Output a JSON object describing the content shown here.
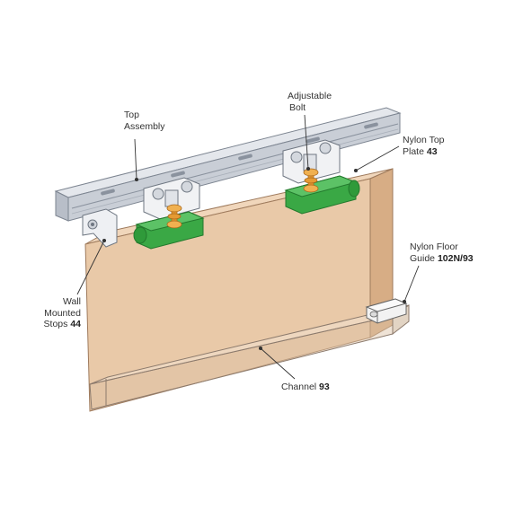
{
  "labels": {
    "top_assembly": {
      "line1": "Top",
      "line2": "Assembly"
    },
    "adjustable_bolt": {
      "line1": "Adjustable",
      "line2": "Bolt"
    },
    "nylon_top_plate": {
      "line1": "Nylon Top",
      "line2": "Plate",
      "code": "43"
    },
    "nylon_floor_guide": {
      "line1": "Nylon Floor",
      "line2": "Guide",
      "code": "102N/93"
    },
    "wall_mounted_stops": {
      "line1": "Wall",
      "line2": "Mounted",
      "line3": "Stops",
      "code": "44"
    },
    "channel": {
      "line1": "Channel",
      "code": "93"
    }
  },
  "colors": {
    "door_face": "#e9c9a8",
    "door_side": "#d7ad85",
    "door_outline": "#9e7a5c",
    "track": "#c9ced6",
    "track_dark": "#8a929e",
    "plate_green": "#3aa845",
    "plate_green_dark": "#23792d",
    "bolt_orange": "#e59a33",
    "leader": "#333333"
  }
}
